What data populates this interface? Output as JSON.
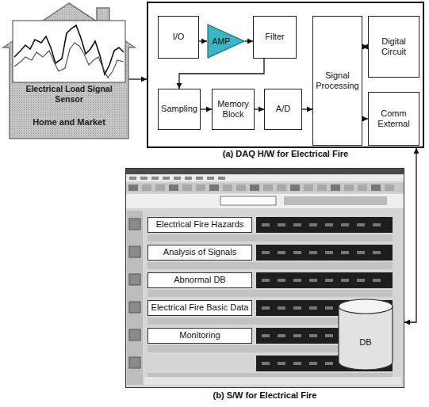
{
  "diagram": {
    "nodes": [
      {
        "text": [
          "Electrical Load Signal Sensor",
          "Home and Market"
        ]
      },
      {
        "text": [
          "(a) DAQ H/W for Electrical Fire"
        ]
      },
      {
        "text": [
          "I/O"
        ],
        "in": 1
      },
      {
        "text": [
          "AMP"
        ],
        "in": 1
      },
      {
        "text": [
          "Filter"
        ],
        "in": 1
      },
      {
        "text": [
          "Signal Processing"
        ],
        "in": 1
      },
      {
        "text": [
          "Digital Circuit"
        ],
        "in": 1
      },
      {
        "text": [
          "Sampling"
        ],
        "in": 1
      },
      {
        "text": [
          "Memory Block"
        ],
        "in": 1
      },
      {
        "text": [
          "A/D"
        ],
        "in": 1
      },
      {
        "text": [
          "Comm External"
        ],
        "in": 1
      },
      {
        "text": [
          "(b) S/W for Electrical Fire"
        ]
      },
      {
        "text": [
          "Electrical Fire Hazards"
        ],
        "in": 11
      },
      {
        "text": [
          "Analysis of Signals"
        ],
        "in": 11
      },
      {
        "text": [
          "Abnormal DB"
        ],
        "in": 11
      },
      {
        "text": [
          "Electrical Fire Basic Data"
        ],
        "in": 11
      },
      {
        "text": [
          "Monitoring"
        ],
        "in": 11
      },
      {
        "text": [
          "DB"
        ],
        "in": 11
      }
    ],
    "edges": [
      {
        "from": 0,
        "to": 1,
        "arrow": "to"
      },
      {
        "from": 2,
        "to": 3,
        "arrow": "to"
      },
      {
        "from": 3,
        "to": 4,
        "arrow": "to"
      },
      {
        "from": 4,
        "to": 7,
        "arrow": "to"
      },
      {
        "from": 7,
        "to": 8,
        "arrow": "to"
      },
      {
        "from": 8,
        "to": 9,
        "arrow": "to"
      },
      {
        "from": 9,
        "to": 5,
        "arrow": "to"
      },
      {
        "from": 5,
        "to": 6,
        "arrow": "both"
      },
      {
        "from": 5,
        "to": 10,
        "arrow": "to"
      },
      {
        "from": 1,
        "to": 11,
        "arrow": "both"
      }
    ]
  }
}
